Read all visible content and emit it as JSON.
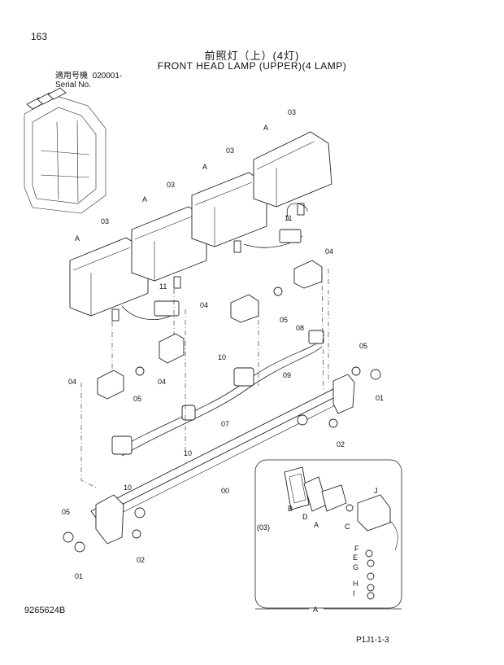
{
  "header": {
    "page_number": "163",
    "title_jp": "前照灯（上）(4灯)",
    "title_en": "FRONT HEAD LAMP (UPPER)(4 LAMP)",
    "serial_label_jp": "適用号機",
    "serial_value": "020001-",
    "serial_label_en": "Serial No."
  },
  "footer": {
    "drawing_number": "9265624B",
    "page_code": "P1J1-1-3"
  },
  "callouts": {
    "lamp_ref": "03",
    "marker_a": "A",
    "harness": "11",
    "bracket": "04",
    "bolt": "05",
    "clamp": "10",
    "cable": "07",
    "connector": "08",
    "grommet": "09",
    "nut": "01",
    "washer": "02",
    "bar": "00"
  },
  "detail": {
    "assembly_ref": "(03)",
    "label": "A",
    "parts": [
      "B",
      "C",
      "D",
      "A",
      "E",
      "F",
      "G",
      "H",
      "I",
      "J"
    ]
  }
}
